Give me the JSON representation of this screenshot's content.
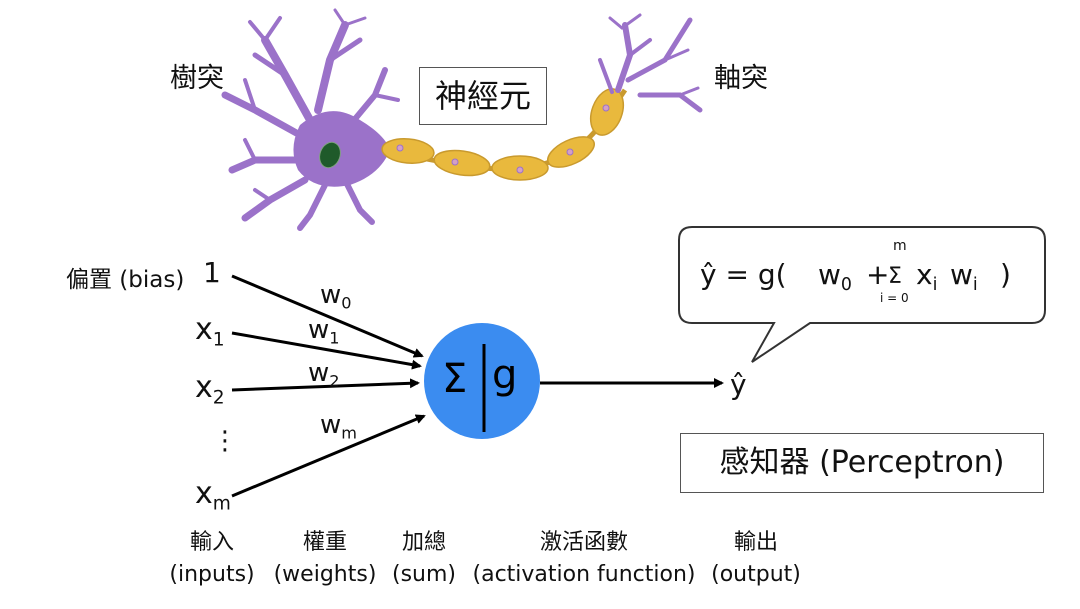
{
  "neuron": {
    "dendrite_label": "樹突",
    "title": "神經元",
    "axon_label": "軸突",
    "colors": {
      "cell": "#9b72c9",
      "nucleus": "#1f5a2a",
      "myelin": "#e9b93d",
      "myelin_outline": "#c99a2e"
    }
  },
  "perceptron": {
    "bias_label": "偏置 (bias)",
    "bias_value": "1",
    "inputs": [
      {
        "base": "x",
        "sub": "1"
      },
      {
        "base": "x",
        "sub": "2"
      },
      {
        "base": "x",
        "sub": "m"
      }
    ],
    "dots": "⋮",
    "weights": [
      {
        "base": "w",
        "sub": "0"
      },
      {
        "base": "w",
        "sub": "1"
      },
      {
        "base": "w",
        "sub": "2"
      },
      {
        "base": "w",
        "sub": "m"
      }
    ],
    "node": {
      "sum_symbol": "Σ",
      "activation_symbol": "g",
      "color": "#3b8cf0"
    },
    "output_symbol": "ŷ",
    "formula": {
      "lhs": "ŷ = g(",
      "w0_base": "w",
      "w0_sub": "0",
      "plus": "+",
      "sigma": "Σ",
      "sigma_top": "m",
      "sigma_bottom": "i = 0",
      "xi_base": "x",
      "xi_sub": "i",
      "wi_base": "w",
      "wi_sub": "i",
      "rhs": ")"
    },
    "title": "感知器 (Perceptron)"
  },
  "stages": [
    {
      "zh": "輸入",
      "en": "(inputs)"
    },
    {
      "zh": "權重",
      "en": "(weights)"
    },
    {
      "zh": "加總",
      "en": "(sum)"
    },
    {
      "zh": "激活函數",
      "en": "(activation function)"
    },
    {
      "zh": "輸出",
      "en": "(output)"
    }
  ]
}
